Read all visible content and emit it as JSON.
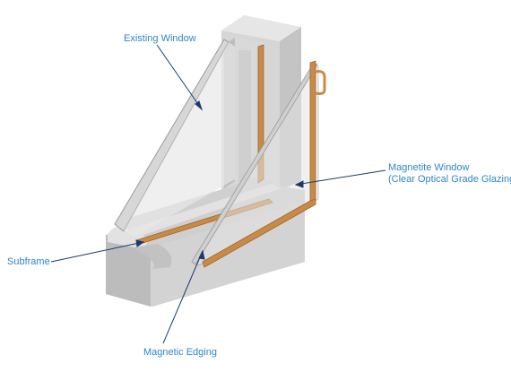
{
  "labels": {
    "existing_window": "Existing Window",
    "magnetite_window_line1": "Magnetite Window",
    "magnetite_window_line2": "(Clear Optical Grade Glazing)",
    "subframe": "Subframe",
    "magnetic_edging": "Magnetic Edging"
  },
  "colors": {
    "label_text": "#2f86c6",
    "leader_line": "#1b3a6b",
    "frame_light": "#dcdcdc",
    "frame_mid": "#c8c8c8",
    "frame_dark": "#b2b2b2",
    "glass": "#e2e2e2",
    "glass_outline": "#9a9a9a",
    "edging": "#c98a46",
    "edging_dark": "#9c6630"
  }
}
